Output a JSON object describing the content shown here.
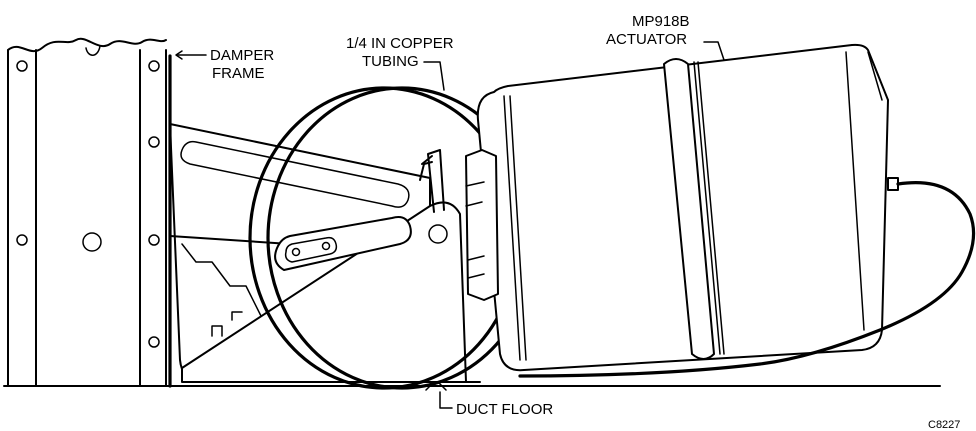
{
  "labels": {
    "damper_frame": [
      "DAMPER",
      "FRAME"
    ],
    "copper_tubing": [
      "1/4 IN COPPER",
      "TUBING"
    ],
    "actuator": [
      "MP918B",
      "ACTUATOR"
    ],
    "duct_floor": "DUCT FLOOR",
    "figure_code": "C8227"
  }
}
